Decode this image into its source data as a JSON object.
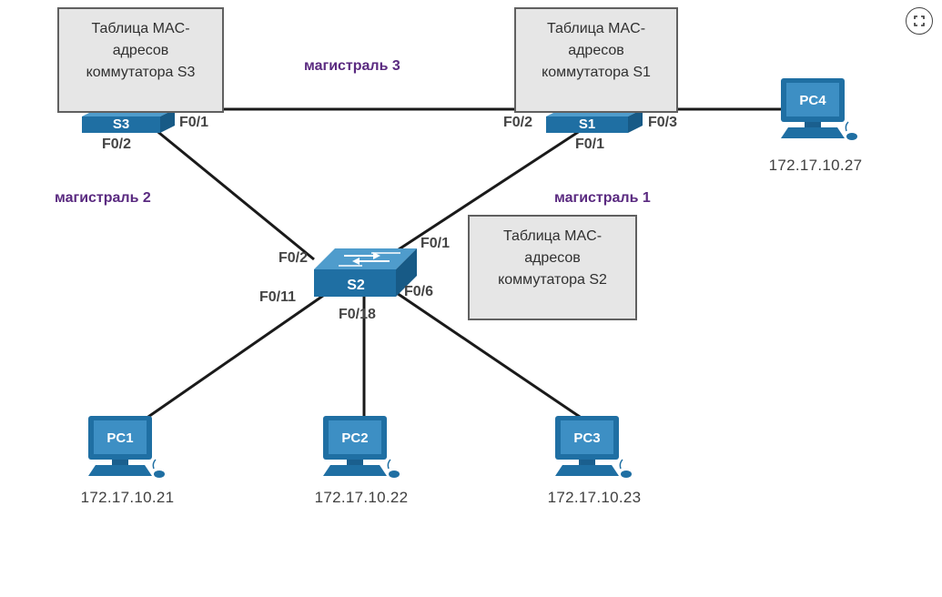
{
  "tables": {
    "s3": "Таблица MAC-\nадресов\nкоммутатора S3",
    "s1": "Таблица MAC-\nадресов\nкоммутатора S1",
    "s2": "Таблица MAC-\nадресов\nкоммутатора S2"
  },
  "trunks": {
    "t3": "магистраль 3",
    "t2": "магистраль 2",
    "t1": "магистраль 1"
  },
  "switches": {
    "s3": "S3",
    "s1": "S1",
    "s2": "S2"
  },
  "ports": {
    "s3_f01": "F0/1",
    "s3_f02": "F0/2",
    "s1_f02": "F0/2",
    "s1_f03": "F0/3",
    "s1_f01": "F0/1",
    "s2_f01": "F0/1",
    "s2_f02": "F0/2",
    "s2_f011": "F0/11",
    "s2_f06": "F0/6",
    "s2_f018": "F0/18"
  },
  "pcs": {
    "pc1": {
      "label": "PC1",
      "ip": "172.17.10.21"
    },
    "pc2": {
      "label": "PC2",
      "ip": "172.17.10.22"
    },
    "pc3": {
      "label": "PC3",
      "ip": "172.17.10.23"
    },
    "pc4": {
      "label": "PC4",
      "ip": "172.17.10.27"
    }
  },
  "colors": {
    "device_blue": "#1f6fa3",
    "device_top": "#4f9ccc",
    "trunk_text": "#5a2a80",
    "cable": "#1a1a1a"
  },
  "icons": {
    "expand": "expand-icon"
  }
}
